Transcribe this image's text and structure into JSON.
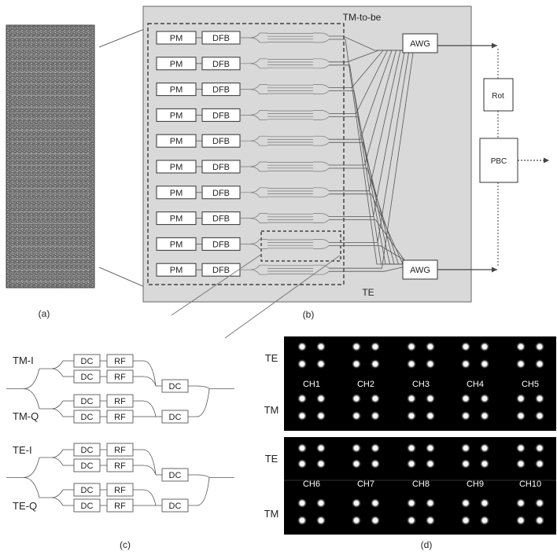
{
  "panel_labels": {
    "a": "(a)",
    "b": "(b)",
    "c": "(c)",
    "d": "(d)"
  },
  "panel_b": {
    "tm_label": "TM-to-be",
    "te_label": "TE",
    "pm_label": "PM",
    "dfb_label": "DFB",
    "rows": 10,
    "awg_label": "AWG",
    "rot_label": "Rot",
    "pbc_label": "PBC"
  },
  "panel_c": {
    "tm_i": "TM-I",
    "tm_q": "TM-Q",
    "te_i": "TE-I",
    "te_q": "TE-Q",
    "dc_label": "DC",
    "rf_label": "RF"
  },
  "panel_d": {
    "te_label": "TE",
    "tm_label": "TM",
    "channels_top": [
      "CH1",
      "CH2",
      "CH3",
      "CH4",
      "CH5"
    ],
    "channels_bottom": [
      "CH6",
      "CH7",
      "CH8",
      "CH9",
      "CH10"
    ]
  },
  "colors": {
    "chip_fill": "#d9d9d9",
    "constellation_bg": "#000000",
    "spot": "#ffffff"
  }
}
